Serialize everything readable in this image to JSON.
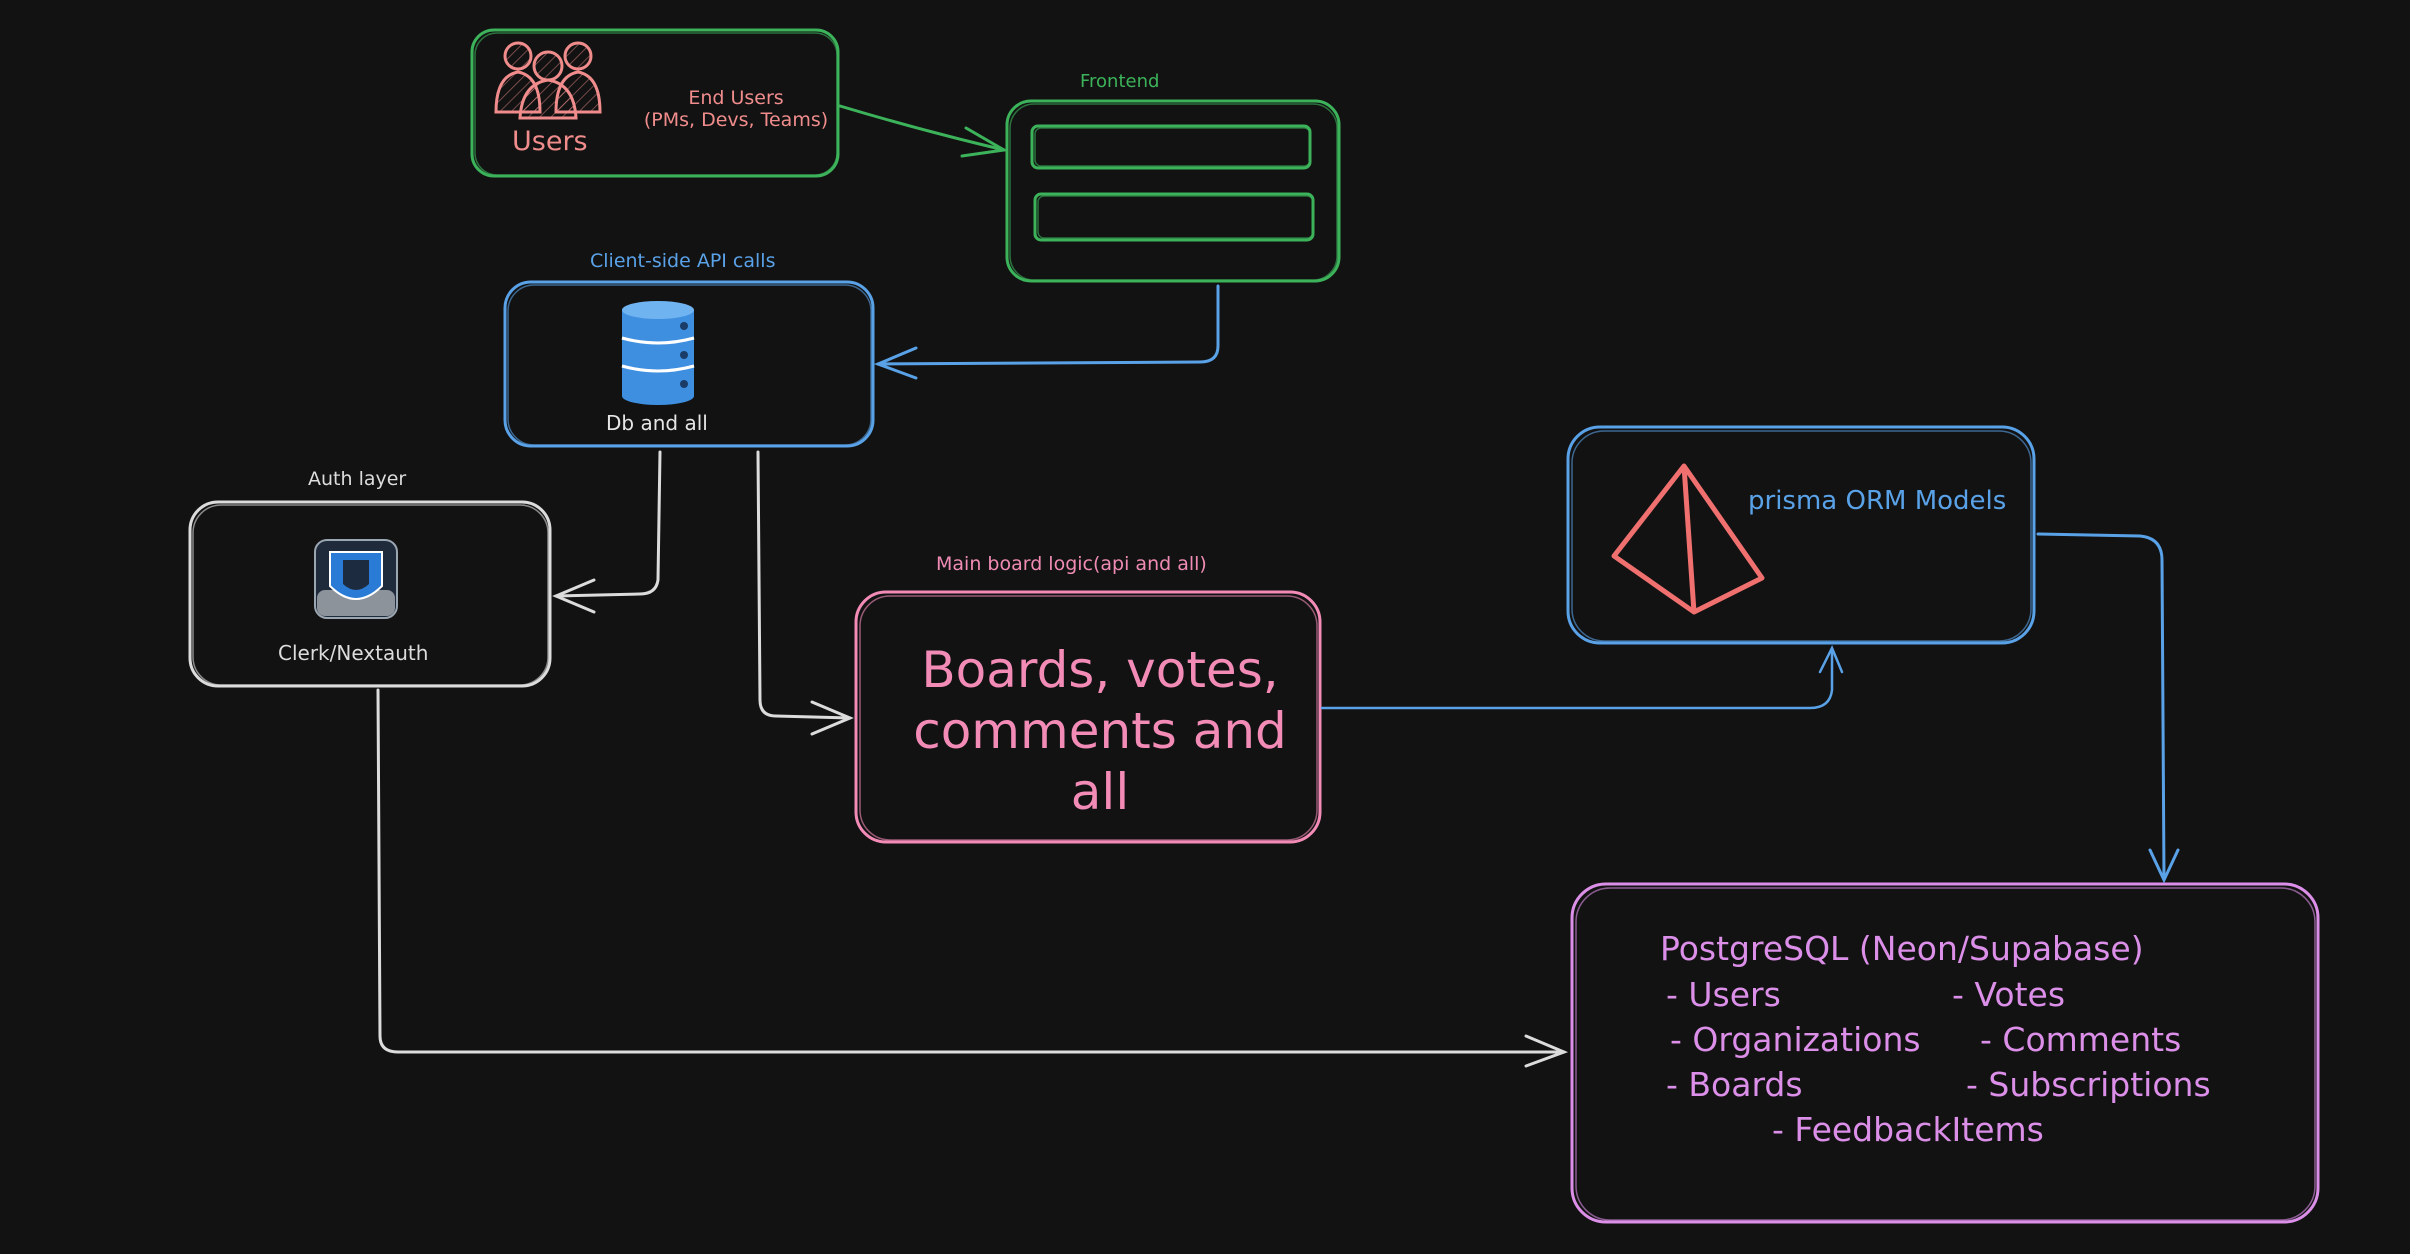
{
  "nodes": {
    "end_users": {
      "icon_label": "Users",
      "label": "End Users\n(PMs, Devs, Teams)"
    },
    "frontend": {
      "label": "Frontend"
    },
    "client_api": {
      "title": "Client-side API calls",
      "label": "Db and all",
      "icon": "database-icon"
    },
    "auth": {
      "title": "Auth layer",
      "label": "Clerk/Nextauth",
      "icon": "shield-icon"
    },
    "main_logic": {
      "title": "Main board logic(api and all)",
      "label": "Boards, votes, comments and all"
    },
    "prisma": {
      "label": "prisma ORM Models",
      "icon": "prisma-icon"
    },
    "postgres": {
      "title": "PostgreSQL (Neon/Supabase)",
      "items": [
        "- Users",
        "- Votes",
        "- Organizations",
        "- Comments",
        "- Boards",
        "- Subscriptions",
        "- FeedbackItems"
      ]
    }
  },
  "colors": {
    "background": "#121212",
    "green": "#3cb35a",
    "blue": "#5aa2e8",
    "white": "#dcdcdc",
    "pink": "#f38bb7",
    "salmon": "#f08c8c",
    "violet": "#dc8fe8"
  }
}
